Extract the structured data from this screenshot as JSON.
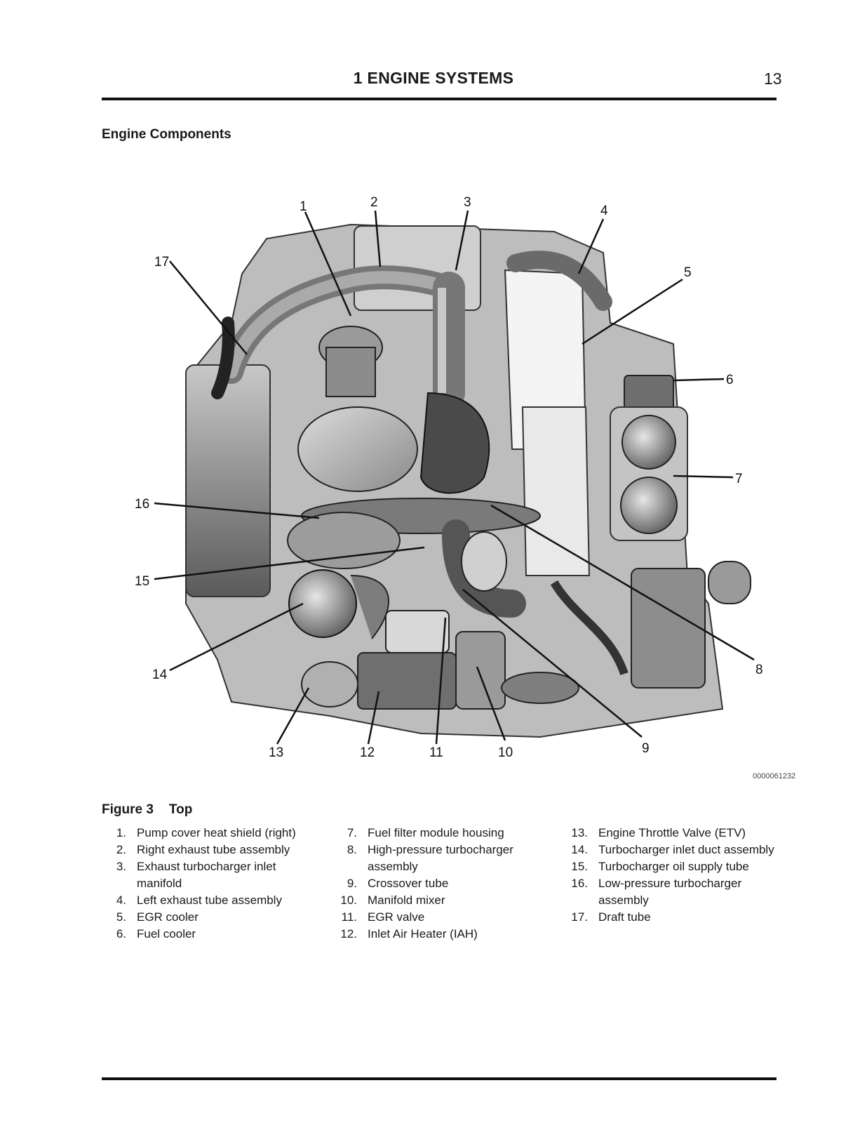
{
  "header": {
    "title": "1 ENGINE SYSTEMS",
    "page_number": "13"
  },
  "section_title": "Engine Components",
  "figure": {
    "id_code": "0000061232",
    "label": "Figure 3",
    "title": "Top",
    "callouts": [
      "1",
      "2",
      "3",
      "4",
      "5",
      "6",
      "7",
      "8",
      "9",
      "10",
      "11",
      "12",
      "13",
      "14",
      "15",
      "16",
      "17"
    ]
  },
  "legend": [
    [
      {
        "num": "1.",
        "text": "Pump cover heat shield (right)"
      },
      {
        "num": "2.",
        "text": "Right exhaust tube assembly"
      },
      {
        "num": "3.",
        "text": "Exhaust turbocharger inlet manifold"
      },
      {
        "num": "4.",
        "text": "Left exhaust tube assembly"
      },
      {
        "num": "5.",
        "text": "EGR cooler"
      },
      {
        "num": "6.",
        "text": "Fuel cooler"
      }
    ],
    [
      {
        "num": "7.",
        "text": "Fuel filter module housing"
      },
      {
        "num": "8.",
        "text": "High-pressure turbocharger assembly"
      },
      {
        "num": "9.",
        "text": "Crossover tube"
      },
      {
        "num": "10.",
        "text": "Manifold mixer"
      },
      {
        "num": "11.",
        "text": "EGR valve"
      },
      {
        "num": "12.",
        "text": "Inlet Air Heater (IAH)"
      }
    ],
    [
      {
        "num": "13.",
        "text": "Engine Throttle Valve (ETV)"
      },
      {
        "num": "14.",
        "text": "Turbocharger inlet duct assembly"
      },
      {
        "num": "15.",
        "text": "Turbocharger oil supply tube"
      },
      {
        "num": "16.",
        "text": "Low-pressure turbocharger assembly"
      },
      {
        "num": "17.",
        "text": "Draft tube"
      }
    ]
  ]
}
